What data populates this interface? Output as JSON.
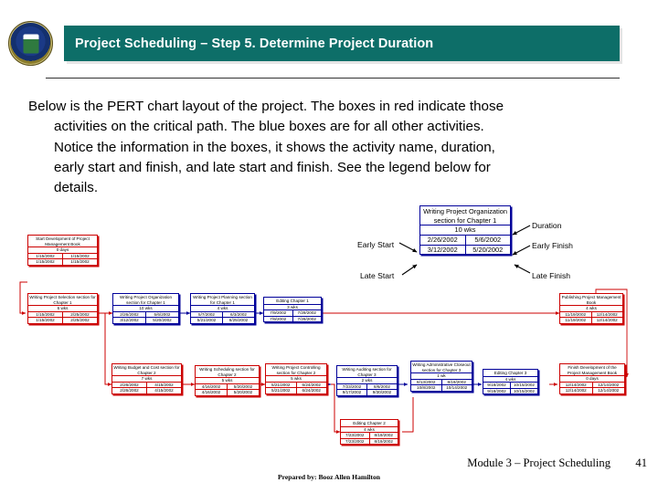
{
  "header": {
    "title": "Project Scheduling – Step 5. Determine Project Duration",
    "seal_name": "doe-seal",
    "bar_color": "#0d6e68"
  },
  "body": {
    "line1": "Below is the PERT chart layout of the project.  The boxes in red indicate those",
    "line2": "activities on the critical path.  The blue boxes are for all other activities.",
    "line3": "Notice the information in the boxes, it shows the activity name, duration,",
    "line4": "early start and finish, and late start and finish.  See the legend below for",
    "line5": "details."
  },
  "legend": {
    "labels": {
      "early_start": "Early Start",
      "late_start": "Late Start",
      "duration": "Duration",
      "early_finish": "Early Finish",
      "late_finish": "Late Finish"
    },
    "node": {
      "name": "Writing Project Organization section for Chapter 1",
      "duration": "10 wks",
      "early_start": "2/26/2002",
      "early_finish": "5/6/2002",
      "late_start": "3/12/2002",
      "late_finish": "5/20/2002"
    }
  },
  "colors": {
    "critical": "#cc0000",
    "noncritical": "#00009a",
    "header_bar": "#0d6e68"
  },
  "pert": {
    "type": "network-diagram",
    "nodes": [
      {
        "id": "n1",
        "color": "red",
        "name": "Start Development of Project Management Book",
        "duration": "0 days",
        "early_start": "1/15/2002",
        "early_finish": "1/15/2002",
        "late_start": "1/15/2002",
        "late_finish": "1/15/2002"
      },
      {
        "id": "n2",
        "color": "red",
        "name": "Writing Project Selection section for Chapter 1",
        "duration": "6 wks",
        "early_start": "1/15/2002",
        "early_finish": "2/25/2002",
        "late_start": "1/15/2002",
        "late_finish": "2/25/2002"
      },
      {
        "id": "n3",
        "color": "blue",
        "name": "Writing Project Organization section for Chapter 1",
        "duration": "10 wks",
        "early_start": "2/26/2002",
        "early_finish": "5/6/2002",
        "late_start": "3/12/2002",
        "late_finish": "5/20/2002"
      },
      {
        "id": "n4",
        "color": "blue",
        "name": "Writing Project Planning section for Chapter 1",
        "duration": "4 wks",
        "early_start": "5/7/2002",
        "early_finish": "6/3/2002",
        "late_start": "5/21/2002",
        "late_finish": "6/25/2002"
      },
      {
        "id": "n5",
        "color": "blue",
        "name": "Editing Chapter 1",
        "duration": "3 wks",
        "early_start": "7/9/2002",
        "early_finish": "7/29/2002",
        "late_start": "7/9/2002",
        "late_finish": "7/29/2002"
      },
      {
        "id": "n6",
        "color": "red",
        "name": "Publishing Project Management Book",
        "duration": "4 wks",
        "early_start": "11/19/2002",
        "early_finish": "12/14/2002",
        "late_start": "11/19/2002",
        "late_finish": "12/14/2002"
      },
      {
        "id": "n7",
        "color": "red",
        "name": "Writing Budget and Cost section for Chapter 2",
        "duration": "7 wks",
        "early_start": "2/26/2002",
        "early_finish": "4/15/2002",
        "late_start": "2/26/2002",
        "late_finish": "4/15/2002"
      },
      {
        "id": "n8",
        "color": "red",
        "name": "Writing Scheduling section for Chapter 2",
        "duration": "5 wks",
        "early_start": "4/16/2002",
        "early_finish": "5/20/2002",
        "late_start": "4/16/2002",
        "late_finish": "5/20/2002"
      },
      {
        "id": "n9",
        "color": "red",
        "name": "Writing Project Controlling section for Chapter 2",
        "duration": "5 wks",
        "early_start": "5/21/2002",
        "early_finish": "6/24/2002",
        "late_start": "5/21/2002",
        "late_finish": "6/24/2002"
      },
      {
        "id": "n10",
        "color": "blue",
        "name": "Writing Auditing section for Chapter 3",
        "duration": "2 wks",
        "early_start": "7/23/2002",
        "early_finish": "8/6/2002",
        "late_start": "9/17/2002",
        "late_finish": "9/30/2002"
      },
      {
        "id": "n11",
        "color": "blue",
        "name": "Writing Administrative Closeout section for Chapter 3",
        "duration": "1 wk",
        "early_start": "8/13/2002",
        "early_finish": "8/19/2002",
        "late_start": "10/8/2002",
        "late_finish": "10/14/2002"
      },
      {
        "id": "n12",
        "color": "blue",
        "name": "Editing Chapter 3",
        "duration": "4 wks",
        "early_start": "9/18/2002",
        "early_finish": "10/15/2002",
        "late_start": "9/18/2002",
        "late_finish": "10/15/2002"
      },
      {
        "id": "n13",
        "color": "red",
        "name": "Finish Development of the Project Management Book",
        "duration": "0 days",
        "early_start": "12/14/2002",
        "early_finish": "12/14/2002",
        "late_start": "12/14/2002",
        "late_finish": "12/14/2002"
      },
      {
        "id": "n14",
        "color": "red",
        "name": "Editing Chapter 2",
        "duration": "4 wks",
        "early_start": "7/23/2002",
        "early_finish": "8/19/2002",
        "late_start": "7/23/2002",
        "late_finish": "8/19/2002"
      }
    ]
  },
  "footer": {
    "module": "Module 3 – Project Scheduling",
    "page": "41",
    "prepared_by": "Prepared by: Booz Allen Hamilton"
  }
}
